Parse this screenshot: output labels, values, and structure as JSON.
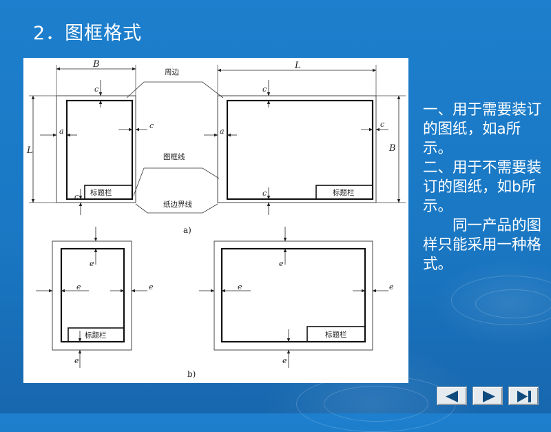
{
  "slide": {
    "title": "2．图框格式"
  },
  "figure": {
    "part_a": {
      "dim_B": "B",
      "dim_L": "L",
      "dim_L_side": "L",
      "dim_B_side": "B",
      "label_c": "c",
      "label_a": "a",
      "title_block": "标题栏",
      "callout_edge": "周边",
      "callout_frame": "图框线",
      "callout_paper": "纸边界线",
      "caption": "a)"
    },
    "part_b": {
      "label_e": "e",
      "title_block": "标题栏",
      "caption": "b)"
    }
  },
  "side_text": {
    "para1": "一、用于需要装订的图纸，如a所示。",
    "para2": "二、用于不需要装订的图纸，如b所示。",
    "para3": "　　同一产品的图样只能采用一种格式。"
  },
  "nav": {
    "prev_icon": "triangle-left-icon",
    "next_icon": "triangle-right-icon",
    "last_icon": "skip-to-end-icon",
    "button_color": "#e6ebef"
  }
}
